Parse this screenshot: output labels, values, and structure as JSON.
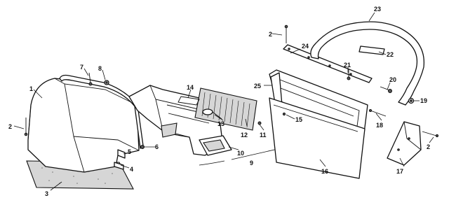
{
  "callouts": {
    "c1": "1",
    "c2a": "2",
    "c2b": "2",
    "c2c": "2",
    "c3": "3",
    "c4": "4",
    "c5": "5",
    "c6": "6",
    "c7": "7",
    "c8": "8",
    "c9": "9",
    "c10": "10",
    "c11": "11",
    "c12": "12",
    "c13": "13",
    "c14": "14",
    "c15": "15",
    "c16": "16",
    "c17": "17",
    "c18": "18",
    "c19": "19",
    "c20": "20",
    "c21": "21",
    "c22": "22",
    "c23": "23",
    "c24": "24",
    "c25": "25"
  },
  "colors": {
    "line": "#111111",
    "background": "#ffffff",
    "shade": "#d6d6d6"
  }
}
